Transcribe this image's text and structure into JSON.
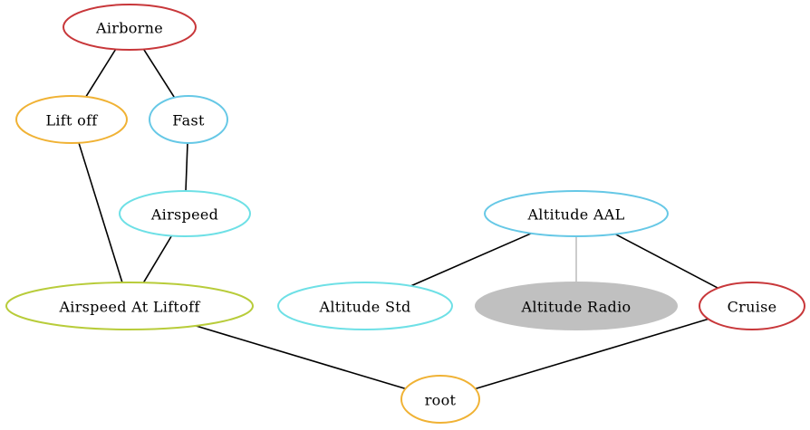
{
  "nodes": [
    {
      "id": "airborne",
      "label": "Airborne",
      "color": "#c8373a",
      "fill": "#ffffff"
    },
    {
      "id": "lift_off",
      "label": "Lift off",
      "color": "#f0b234",
      "fill": "#ffffff"
    },
    {
      "id": "fast",
      "label": "Fast",
      "color": "#66c8e6",
      "fill": "#ffffff"
    },
    {
      "id": "airspeed",
      "label": "Airspeed",
      "color": "#6ee0e6",
      "fill": "#ffffff"
    },
    {
      "id": "airspeed_at_liftoff",
      "label": "Airspeed At Liftoff",
      "color": "#b8cc3a",
      "fill": "#ffffff"
    },
    {
      "id": "altitude_aal",
      "label": "Altitude AAL",
      "color": "#66c8e6",
      "fill": "#ffffff"
    },
    {
      "id": "altitude_std",
      "label": "Altitude Std",
      "color": "#6ee0e6",
      "fill": "#ffffff"
    },
    {
      "id": "altitude_radio",
      "label": "Altitude Radio",
      "color": "#c0c0c0",
      "fill": "#c0c0c0"
    },
    {
      "id": "cruise",
      "label": "Cruise",
      "color": "#c8373a",
      "fill": "#ffffff"
    },
    {
      "id": "root",
      "label": "root",
      "color": "#f0b234",
      "fill": "#ffffff"
    }
  ],
  "edges": [
    {
      "from": "airborne",
      "to": "lift_off",
      "color": "#000000"
    },
    {
      "from": "airborne",
      "to": "fast",
      "color": "#000000"
    },
    {
      "from": "fast",
      "to": "airspeed",
      "color": "#000000"
    },
    {
      "from": "lift_off",
      "to": "airspeed_at_liftoff",
      "color": "#000000"
    },
    {
      "from": "airspeed",
      "to": "airspeed_at_liftoff",
      "color": "#000000"
    },
    {
      "from": "airspeed_at_liftoff",
      "to": "root",
      "color": "#000000"
    },
    {
      "from": "altitude_aal",
      "to": "altitude_std",
      "color": "#000000"
    },
    {
      "from": "altitude_aal",
      "to": "altitude_radio",
      "color": "#c0c0c0"
    },
    {
      "from": "altitude_aal",
      "to": "cruise",
      "color": "#000000"
    },
    {
      "from": "cruise",
      "to": "root",
      "color": "#000000"
    }
  ]
}
